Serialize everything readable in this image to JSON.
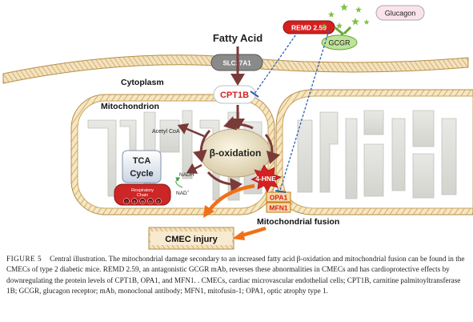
{
  "diagram": {
    "fatty_acid": "Fatty Acid",
    "slc27a1": "SLC27A1",
    "cytoplasm": "Cytoplasm",
    "cpt1b": "CPT1B",
    "mitochondrion": "Mitochondrion",
    "acetyl_coa": "Acetyl CoA",
    "beta_oxidation": "β-oxidation",
    "tca_line1": "TCA",
    "tca_line2": "Cycle",
    "resp_line1": "Respiratory",
    "resp_line2": "Chain",
    "resp_complexes": [
      "I",
      "II",
      "III",
      "IV",
      "V"
    ],
    "nadh": "NADH",
    "nad": "NAD",
    "nad_sup": "+",
    "hne": "4-HNE",
    "opa1": "OPA1",
    "mfn1": "MFN1",
    "mito_fusion": "Mitochondrial fusion",
    "cmec_injury": "CMEC injury",
    "remd": "REMD 2.59",
    "glucagon": "Glucagon",
    "gcgr": "GCGR",
    "colors": {
      "membrane": "#c9a35c",
      "red": "#d42020",
      "orange": "#f07018",
      "arrow": "#7a3a38",
      "green": "#7fc144",
      "dashed": "#2a5fb0"
    }
  },
  "caption": {
    "label": "FIGURE 5",
    "text": "Central illustration. The mitochondrial damage secondary to an increased fatty acid β-oxidation and mitochondrial fusion can be found in the CMECs of type 2 diabetic mice. REMD 2.59, an antagonistic GCGR mAb, reverses these abnormalities in CMECs and has cardioprotective effects by downregulating the protein levels of CPT1B, OPA1, and MFN1. . CMECs, cardiac microvascular endothelial cells; CPT1B, carnitine palmitoyltransferase 1B; GCGR, glucagon receptor; mAb, monoclonal antibody; MFN1, mitofusin-1; OPA1, optic atrophy type 1."
  }
}
